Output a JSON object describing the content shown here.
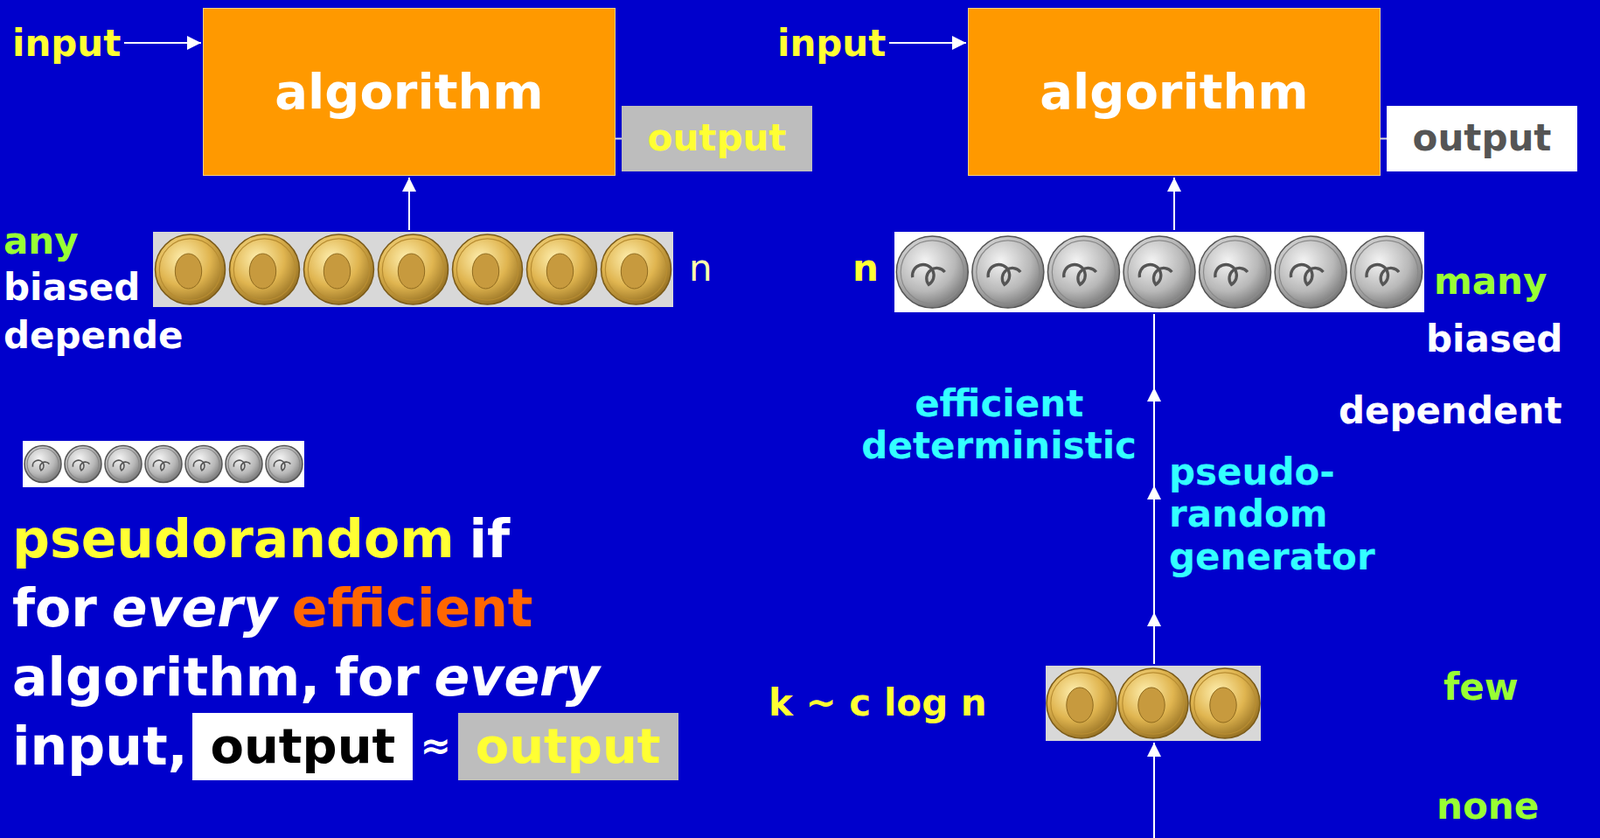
{
  "diagram": {
    "nodes": [
      {
        "text": [
          "algorithm"
        ]
      },
      {
        "text": [
          "output"
        ]
      },
      {
        "text": [
          "algorithm"
        ]
      },
      {
        "text": [
          "output"
        ]
      },
      {
        "text": [
          "output"
        ]
      },
      {
        "text": [
          "output"
        ]
      }
    ],
    "edges": [
      {
        "from": 0,
        "to": 1,
        "arrow": "none"
      },
      {
        "from": 2,
        "to": 3,
        "arrow": "none"
      }
    ],
    "labels": [
      "input",
      "any",
      "biased",
      "depende",
      "n",
      "input",
      "n",
      "many",
      "biased",
      "dependent",
      "efficient deterministic",
      "pseudo- random generator",
      "k ~ c log n",
      "few",
      "none",
      "pseudorandom",
      "if",
      "for",
      "every",
      "efficient",
      "algorithm,",
      "for",
      "every",
      "input,",
      "≈"
    ]
  }
}
